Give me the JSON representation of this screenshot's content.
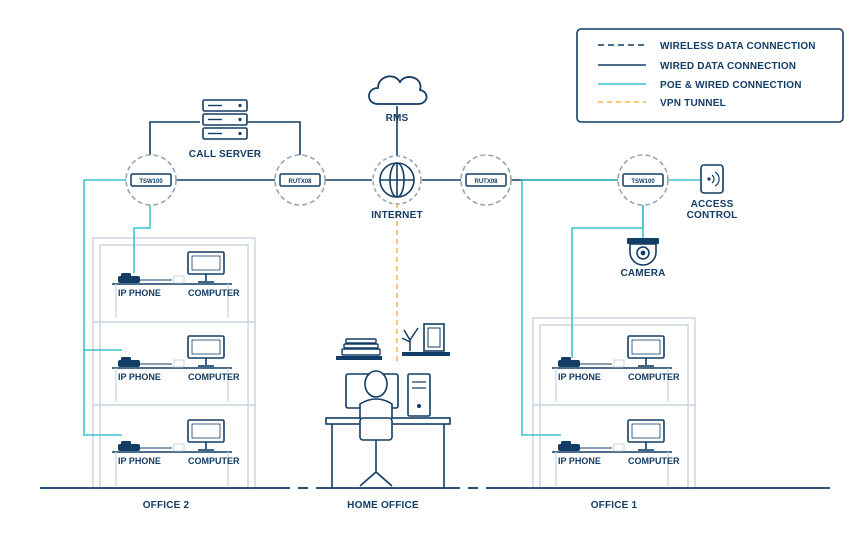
{
  "colors": {
    "navy": "#123d66",
    "teal": "#3fc4cf",
    "orange": "#f5b94a",
    "grey": "#9aa4ae",
    "building": "#c9d3de"
  },
  "legend": {
    "wireless": "WIRELESS DATA CONNECTION",
    "wired": "WIRED DATA CONNECTION",
    "poe": "POE & WIRED CONNECTION",
    "vpn": "VPN TUNNEL"
  },
  "nodes": {
    "rms": "RMS",
    "internet": "INTERNET",
    "call_server": "CALL SERVER",
    "access_control_1": "ACCESS",
    "access_control_2": "CONTROL",
    "camera": "CAMERA"
  },
  "devices": {
    "tsw": "TSW100",
    "rutx": "RUTX08"
  },
  "workstation": {
    "ip_phone": "IP PHONE",
    "computer": "COMPUTER"
  },
  "offices": {
    "office2": "OFFICE 2",
    "home": "HOME OFFICE",
    "office1": "OFFICE 1"
  }
}
